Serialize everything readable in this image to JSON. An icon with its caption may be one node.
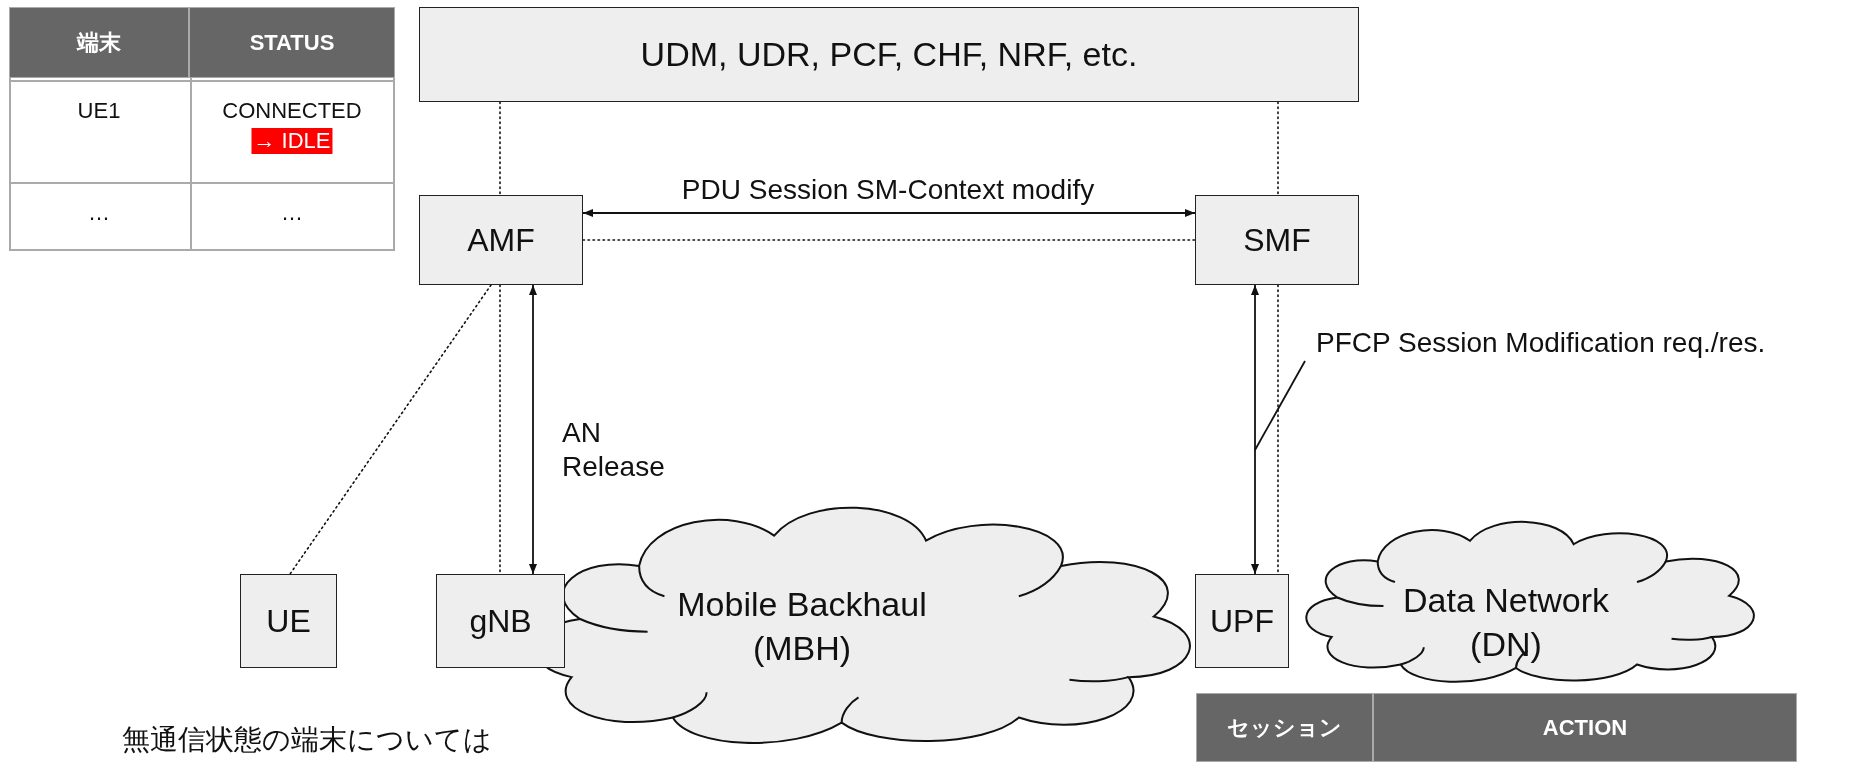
{
  "diagram": {
    "nodes": [
      {
        "text": [
          "UDM, UDR, PCF, CHF, NRF, etc."
        ]
      },
      {
        "text": [
          "AMF"
        ]
      },
      {
        "text": [
          "SMF"
        ]
      },
      {
        "text": [
          "UE"
        ]
      },
      {
        "text": [
          "gNB"
        ]
      },
      {
        "text": [
          "Mobile Backhaul (MBH)"
        ]
      },
      {
        "text": [
          "UPF"
        ]
      },
      {
        "text": [
          "Data Network (DN)"
        ]
      },
      {
        "text": [
          "PFCP Session Modification req./res."
        ]
      }
    ],
    "edges": [
      {
        "from": 0,
        "to": 1,
        "arrow": "none",
        "style": "dashed"
      },
      {
        "from": 0,
        "to": 2,
        "arrow": "none",
        "style": "dashed"
      },
      {
        "from": 1,
        "to": 2,
        "arrow": "none",
        "style": "dashed"
      },
      {
        "from": 1,
        "to": 2,
        "arrow": "both",
        "label": "PDU Session SM-Context modify"
      },
      {
        "from": 1,
        "to": 3,
        "arrow": "none",
        "style": "dashed"
      },
      {
        "from": 1,
        "to": 4,
        "arrow": "none",
        "style": "dashed"
      },
      {
        "from": 1,
        "to": 4,
        "arrow": "both",
        "label": "AN Release"
      },
      {
        "from": 2,
        "to": 6,
        "arrow": "none",
        "style": "dashed"
      },
      {
        "from": 2,
        "to": 6,
        "arrow": "both"
      },
      {
        "from": 8,
        "to": null,
        "arrow": "none"
      }
    ],
    "labels": [
      "端末",
      "STATUS",
      "UE1",
      "CONNECTED",
      "→ IDLE",
      "…",
      "…",
      "セッション",
      "ACTION",
      "無通信状態の端末については"
    ]
  }
}
